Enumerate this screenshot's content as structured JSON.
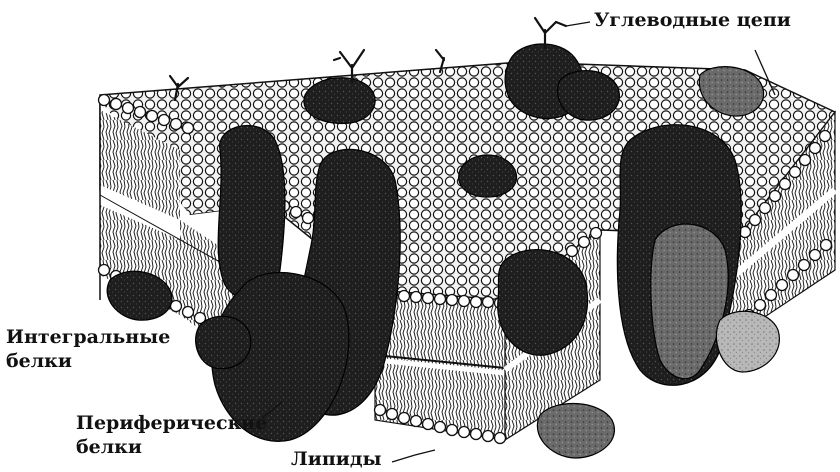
{
  "labels": {
    "carbohydrate_chains": "Углеводные цепи",
    "integral_proteins_line1": "Интегральные",
    "integral_proteins_line2": "белки",
    "peripheral_proteins_line1": "Периферические",
    "peripheral_proteins_line2": "белки",
    "lipids": "Липиды"
  },
  "colors": {
    "background": "#ffffff",
    "ink": "#111111",
    "protein_dark": "#1b1b1b",
    "protein_mid": "#555555",
    "lipid_head": "#ffffff"
  }
}
